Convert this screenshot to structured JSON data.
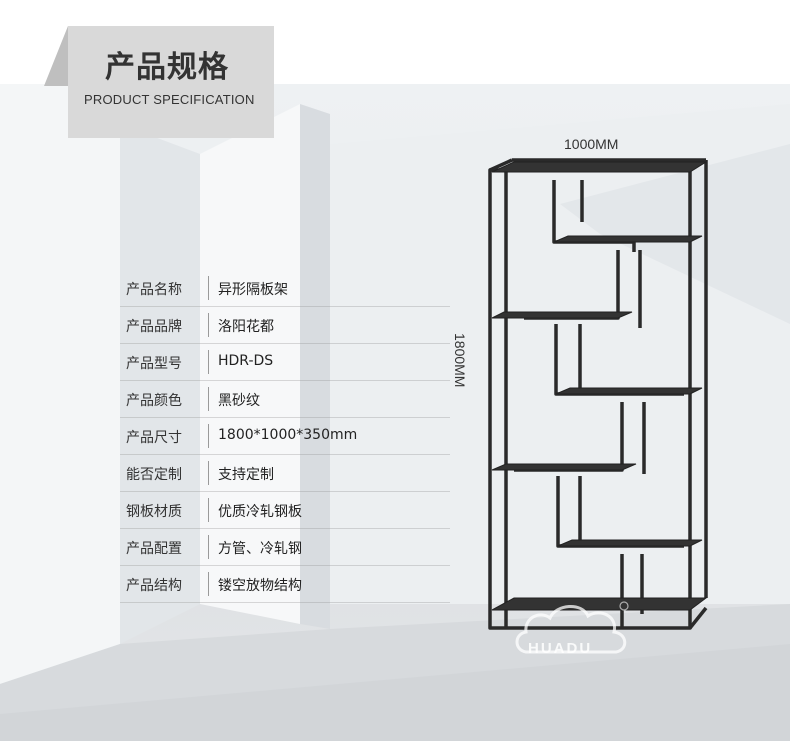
{
  "header": {
    "title_cn": "产品规格",
    "title_en": "PRODUCT SPECIFICATION"
  },
  "dimensions": {
    "width": "1000MM",
    "height": "1800MM"
  },
  "specs": [
    {
      "label": "产品名称",
      "value": "异形隔板架"
    },
    {
      "label": "产品品牌",
      "value": "洛阳花都"
    },
    {
      "label": "产品型号",
      "value": "HDR-DS"
    },
    {
      "label": "产品颜色",
      "value": "黑砂纹"
    },
    {
      "label": "产品尺寸",
      "value": "1800*1000*350mm"
    },
    {
      "label": "能否定制",
      "value": "支持定制"
    },
    {
      "label": "钢板材质",
      "value": "优质冷轧钢板"
    },
    {
      "label": "产品配置",
      "value": "方管、冷轧钢"
    },
    {
      "label": "产品结构",
      "value": "镂空放物结构"
    }
  ],
  "watermark": {
    "brand_en": "HUADU"
  },
  "colors": {
    "banner": "#d9d9d9",
    "shelf": "#2a2a2a"
  }
}
